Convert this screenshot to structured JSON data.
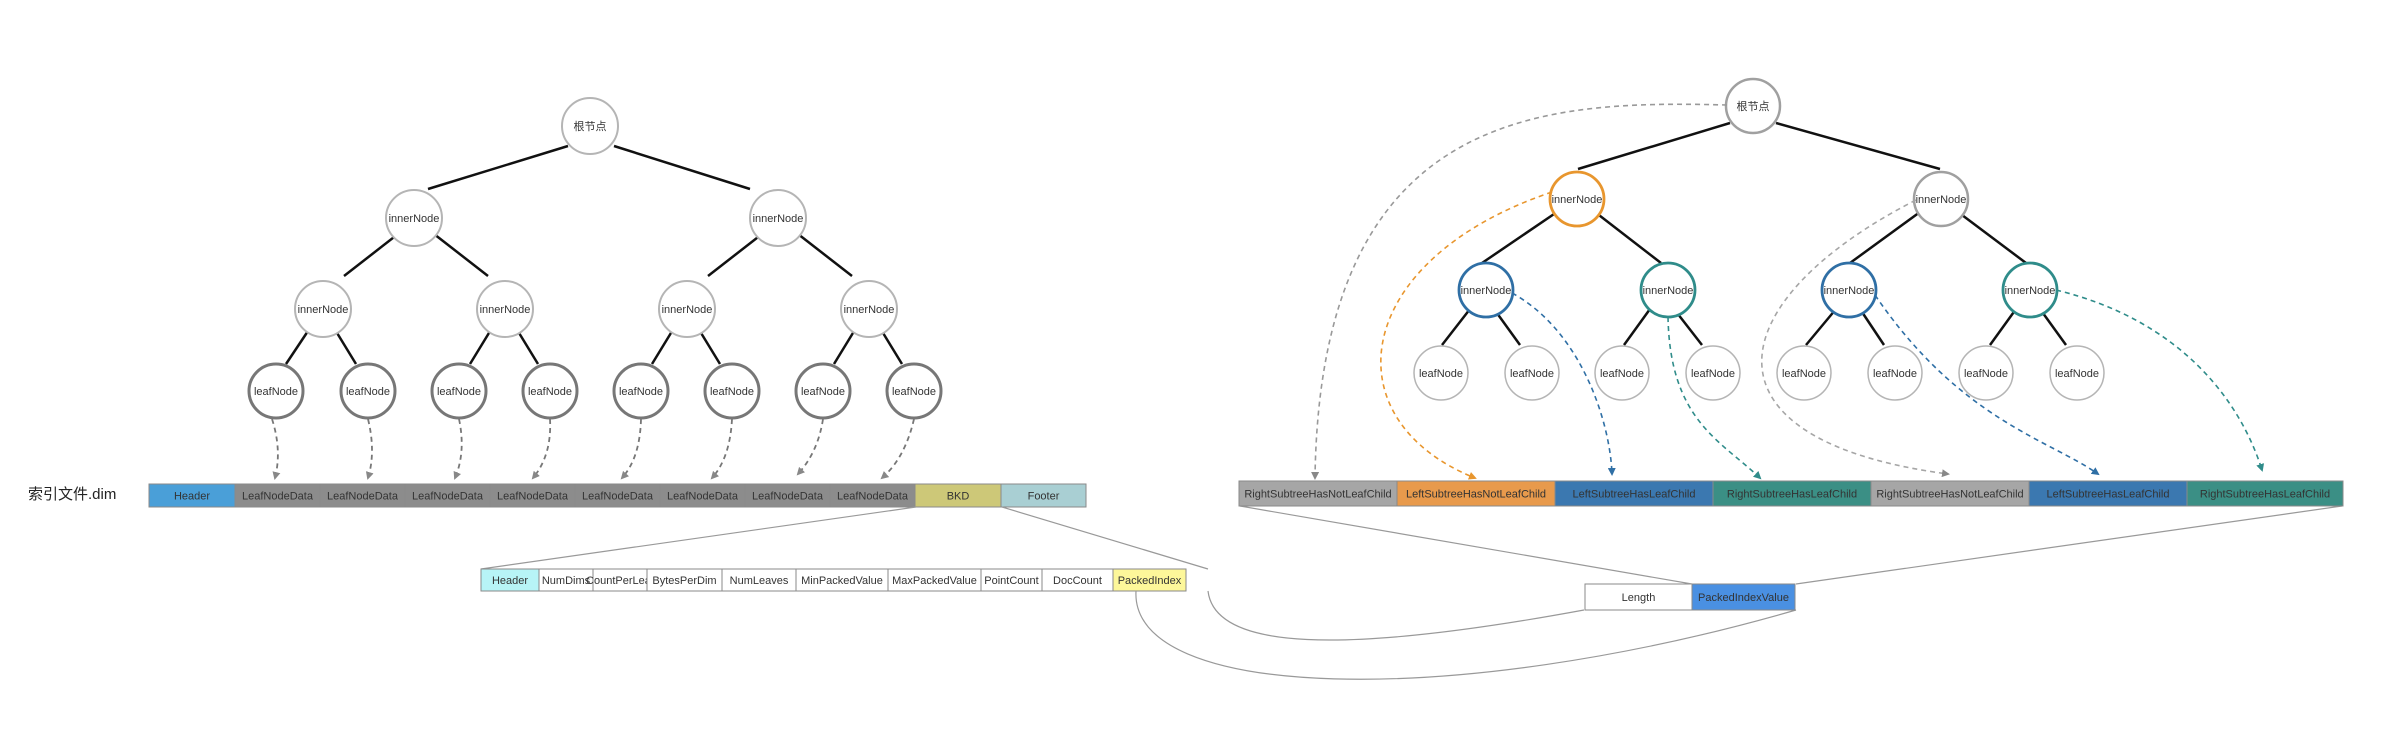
{
  "file_label": "索引文件.dim",
  "left_tree": {
    "root": "根节点",
    "inner_label": "innerNode",
    "leaf_label": "leafNode"
  },
  "file_row": [
    {
      "label": "Header",
      "color": "#4a9fd8"
    },
    {
      "label": "LeafNodeData",
      "color": "#8c8c8c"
    },
    {
      "label": "LeafNodeData",
      "color": "#8c8c8c"
    },
    {
      "label": "LeafNodeData",
      "color": "#8c8c8c"
    },
    {
      "label": "LeafNodeData",
      "color": "#8c8c8c"
    },
    {
      "label": "LeafNodeData",
      "color": "#8c8c8c"
    },
    {
      "label": "LeafNodeData",
      "color": "#8c8c8c"
    },
    {
      "label": "LeafNodeData",
      "color": "#8c8c8c"
    },
    {
      "label": "LeafNodeData",
      "color": "#8c8c8c"
    },
    {
      "label": "BKD",
      "color": "#cdc878"
    },
    {
      "label": "Footer",
      "color": "#a9cfd3"
    }
  ],
  "bkd_row": [
    {
      "label": "Header",
      "color": "#b7f4f6"
    },
    {
      "label": "NumDims",
      "color": "#ffffff"
    },
    {
      "label": "CountPerLeaf",
      "color": "#ffffff"
    },
    {
      "label": "BytesPerDim",
      "color": "#ffffff"
    },
    {
      "label": "NumLeaves",
      "color": "#ffffff"
    },
    {
      "label": "MinPackedValue",
      "color": "#ffffff"
    },
    {
      "label": "MaxPackedValue",
      "color": "#ffffff"
    },
    {
      "label": "PointCount",
      "color": "#ffffff"
    },
    {
      "label": "DocCount",
      "color": "#ffffff"
    },
    {
      "label": "PackedIndex",
      "color": "#fdf79a"
    }
  ],
  "packed_index_row": [
    {
      "label": "Length",
      "color": "#ffffff"
    },
    {
      "label": "PackedIndexValue",
      "color": "#4a90e2"
    }
  ],
  "right_tree": {
    "root": "根节点",
    "inner_label": "innerNode",
    "leaf_label": "leafNode"
  },
  "subtree_row": [
    {
      "label": "RightSubtreeHasNotLeafChild",
      "color": "#a6a6a6"
    },
    {
      "label": "LeftSubtreeHasNotLeafChild",
      "color": "#e89a4c"
    },
    {
      "label": "LeftSubtreeHasLeafChild",
      "color": "#3b78b0"
    },
    {
      "label": "RightSubtreeHasLeafChild",
      "color": "#3b8f85"
    },
    {
      "label": "RightSubtreeHasNotLeafChild",
      "color": "#a6a6a6"
    },
    {
      "label": "LeftSubtreeHasLeafChild",
      "color": "#3b78b0"
    },
    {
      "label": "RightSubtreeHasLeafChild",
      "color": "#3b8f85"
    }
  ],
  "colors": {
    "gray_edge": "#9a9a9a",
    "orange": "#e8962e",
    "blue": "#2f6fa5",
    "teal": "#2f8c8a",
    "leaf_ring": "#777777"
  }
}
